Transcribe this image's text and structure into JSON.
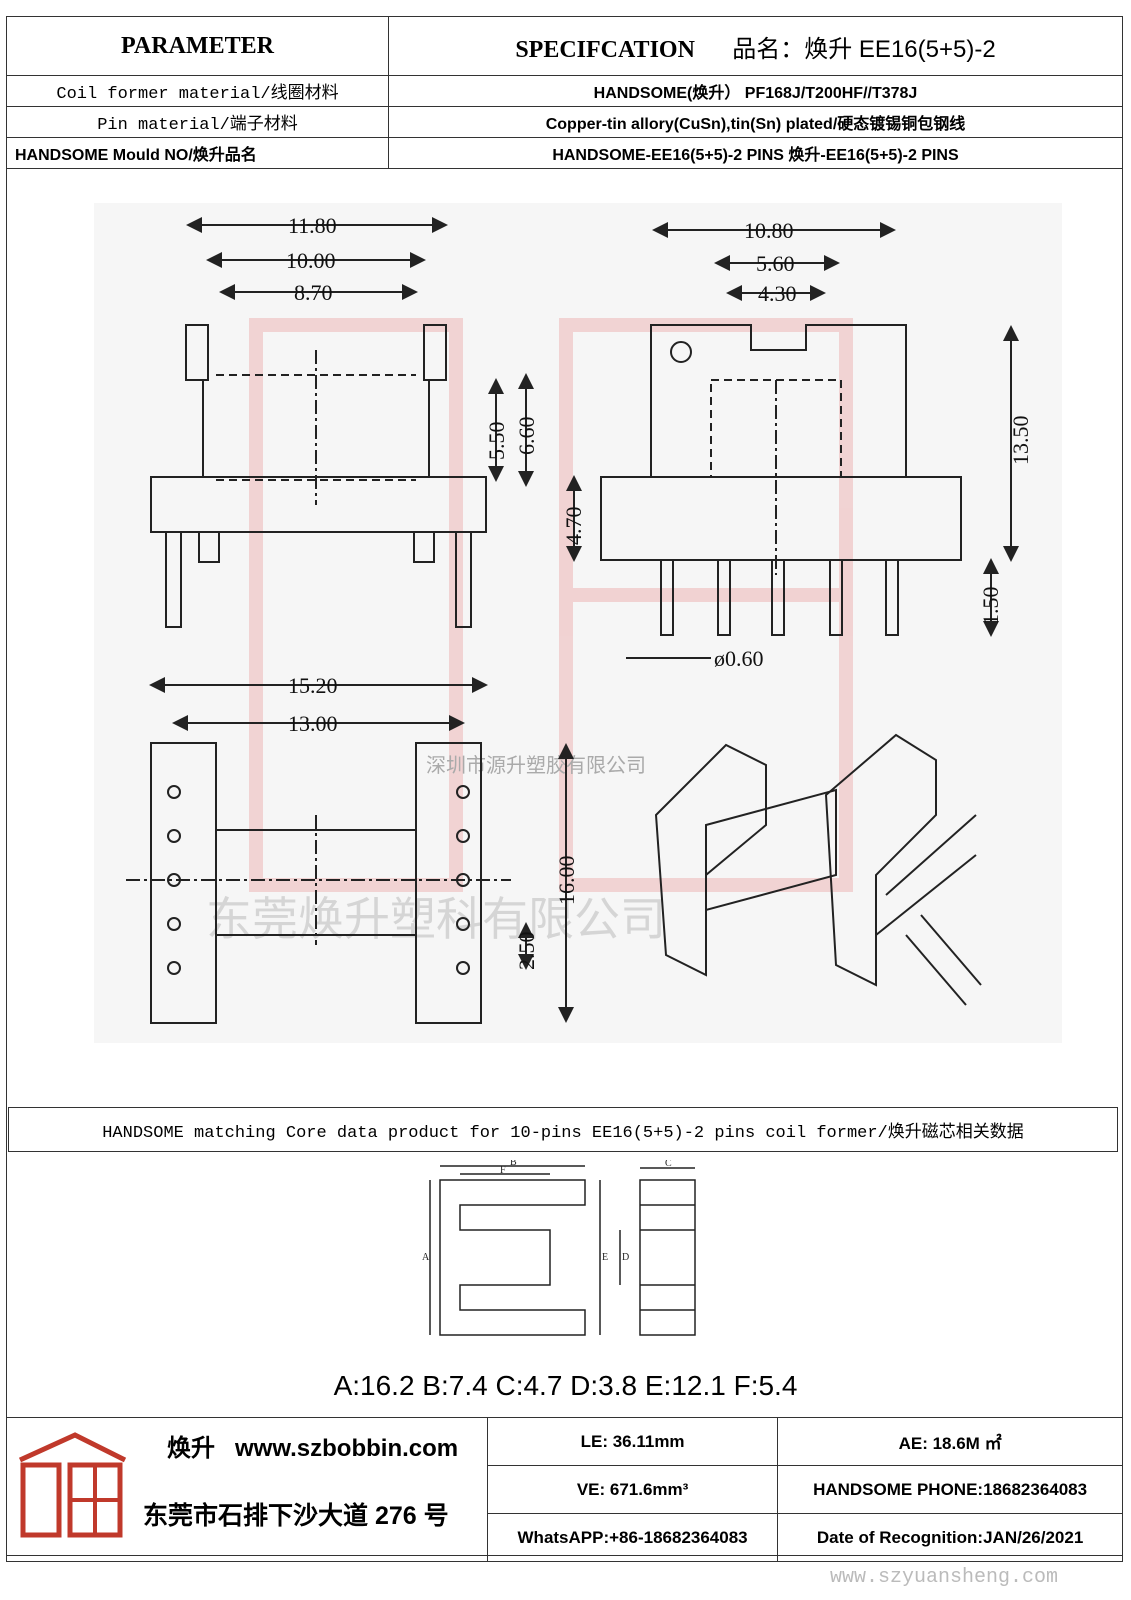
{
  "header": {
    "parameter_label": "PARAMETER",
    "spec_label": "SPECIFCATION",
    "product_name_label": "品名：焕升",
    "product_name": "EE16(5+5)-2"
  },
  "rows": [
    {
      "label": "Coil former material/线圈材料",
      "value": "HANDSOME(焕升）  PF168J/T200HF//T378J"
    },
    {
      "label": "Pin material/端子材料",
      "value": "Copper-tin allory(CuSn),tin(Sn) plated/硬态镀锡铜包钢线"
    },
    {
      "label": "HANDSOME Mould NO/焕升品名",
      "value": "HANDSOME-EE16(5+5)-2 PINS    焕升-EE16(5+5)-2 PINS"
    }
  ],
  "dimensions": {
    "A": "11.80",
    "B": "10.00",
    "C": "8.70",
    "D": "15.20",
    "E": "6.60",
    "F": "4.70",
    "G": "10.80",
    "H": "5.60",
    "I": "4.30",
    "J": "13.50",
    "K": "0.60",
    "M": "13.00",
    "N": "16.00",
    "O": "5.50",
    "P": "2.50",
    "pin_len": "1.50"
  },
  "dimension_labels": {
    "A": "11.80",
    "B": "10.00",
    "C": "8.70",
    "D": "15.20",
    "E": "6.60",
    "F": "4.70",
    "G": "10.80",
    "H": "5.60",
    "I": "4.30",
    "J": "13.50",
    "K": "ø0.60",
    "M": "13.00",
    "N": "16.00",
    "O": "5.50",
    "P": "2.50",
    "pin_len": "1.50"
  },
  "watermarks": {
    "company1": "深圳市源升塑胶有限公司",
    "company2": "东莞焕升塑科有限公司",
    "site": "www.szyuansheng.com"
  },
  "core_section": {
    "title": "HANDSOME matching Core data  product for 10-pins EE16(5+5)-2 pins coil former/焕升磁芯相关数据",
    "dims_text": "A:16.2 B:7.4 C:4.7 D:3.8 E:12.1 F:5.4",
    "letters": [
      "A",
      "B",
      "C",
      "D",
      "E",
      "F"
    ]
  },
  "footer": {
    "brand": "焕升",
    "website": "www.szbobbin.com",
    "address": "东莞市石排下沙大道 276 号",
    "le": "LE:    36.11mm",
    "ae": "AE: 18.6M ㎡",
    "ve": "VE:    671.6mm³",
    "phone": "HANDSOME PHONE:18682364083",
    "whatsapp": "WhatsAPP:+86-18682364083",
    "date": "Date of Recognition:JAN/26/2021"
  },
  "colors": {
    "watermark_red": "#e8a4a4",
    "line": "#222222"
  }
}
